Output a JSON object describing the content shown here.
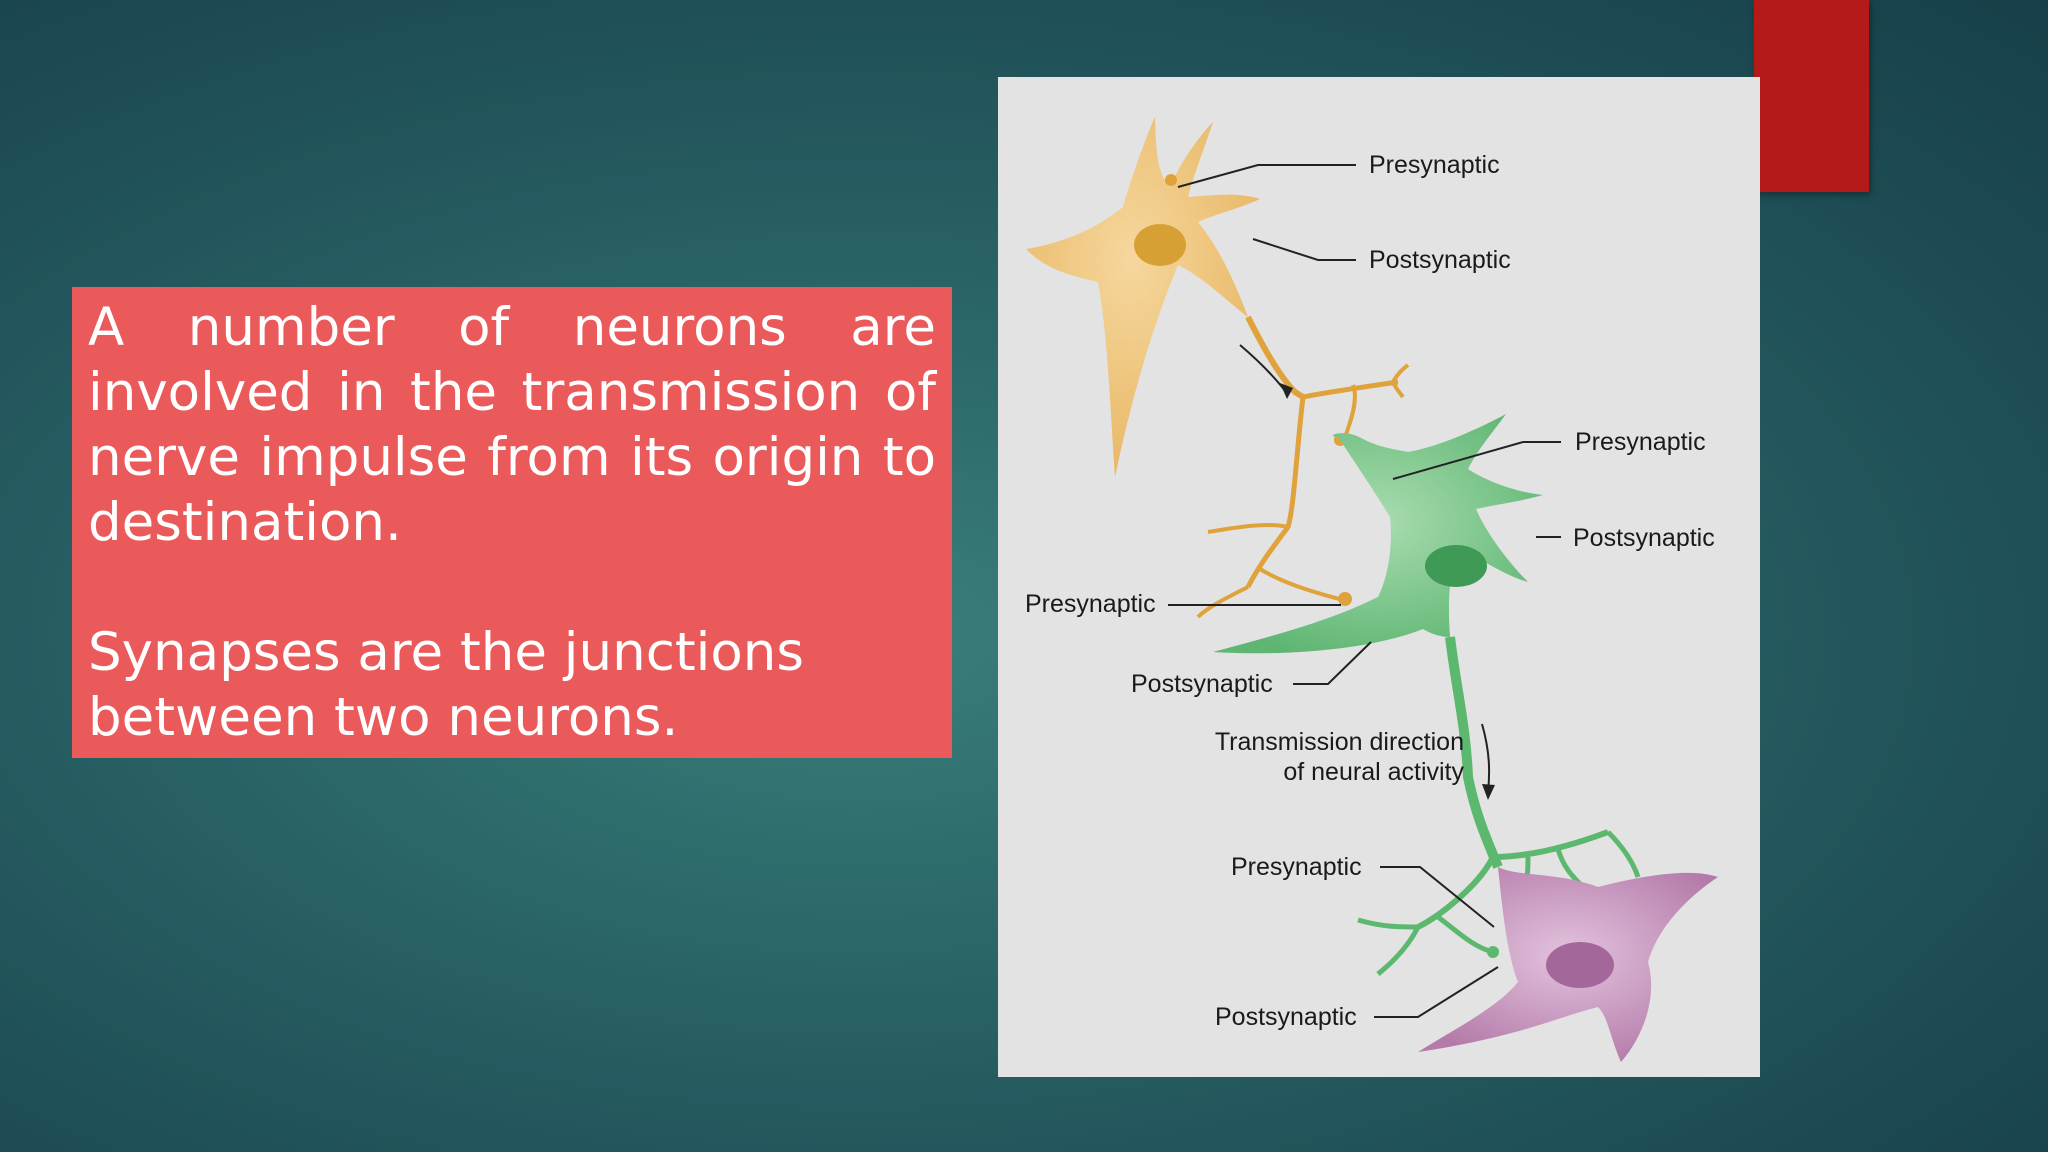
{
  "colors": {
    "background": "#2b6668",
    "text_box": "#eb5a5a",
    "accent_tab": "#b51a1a",
    "neuron_1": "#f2c98a",
    "neuron_2": "#7cc48c",
    "neuron_3": "#c99bc2"
  },
  "text": {
    "paragraph_1": "A number of neurons are involved in the transmission of nerve impulse from its origin to destination.",
    "paragraph_2": "Synapses are the junctions between two neurons."
  },
  "figure": {
    "labels": {
      "presynaptic_1": "Presynaptic",
      "postsynaptic_1": "Postsynaptic",
      "presynaptic_2": "Presynaptic",
      "postsynaptic_2": "Postsynaptic",
      "presynaptic_3": "Presynaptic",
      "postsynaptic_3": "Postsynaptic",
      "transmission_line_1": "Transmission direction",
      "transmission_line_2": "of neural activity",
      "presynaptic_4": "Presynaptic",
      "postsynaptic_4": "Postsynaptic"
    }
  }
}
